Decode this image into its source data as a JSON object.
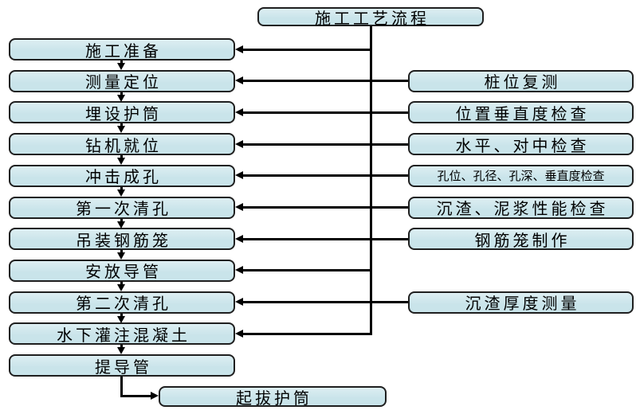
{
  "colors": {
    "background": "#ffffff",
    "node_fill": "#c9e4ea",
    "node_fill_top": "#ddeef2",
    "node_border": "#1f1f1f",
    "connector": "#000000"
  },
  "title_node": {
    "id": "process-flow-title",
    "label": "施工工艺流程"
  },
  "main_flow": [
    {
      "id": "construction-preparation",
      "label": "施工准备"
    },
    {
      "id": "survey-positioning",
      "label": "测量定位"
    },
    {
      "id": "casing-installation",
      "label": "埋设护筒"
    },
    {
      "id": "drill-rig-positioning",
      "label": "钻机就位"
    },
    {
      "id": "percussion-drilling",
      "label": "冲击成孔"
    },
    {
      "id": "first-hole-cleaning",
      "label": "第一次清孔"
    },
    {
      "id": "rebar-cage-hoisting",
      "label": "吊装钢筋笼"
    },
    {
      "id": "tremie-pipe-placement",
      "label": "安放导管"
    },
    {
      "id": "second-hole-cleaning",
      "label": "第二次清孔"
    },
    {
      "id": "underwater-concrete-pouring",
      "label": "水下灌注混凝土"
    },
    {
      "id": "tremie-pipe-lifting",
      "label": "提导管"
    }
  ],
  "side_checks": [
    {
      "id": "pile-position-recheck",
      "label": "桩位复测",
      "attach_row": 1,
      "small_text": false
    },
    {
      "id": "position-verticality-check",
      "label": "位置垂直度检查",
      "attach_row": 2,
      "small_text": false
    },
    {
      "id": "level-centering-check",
      "label": "水平、对中检查",
      "attach_row": 3,
      "small_text": false
    },
    {
      "id": "hole-pos-dia-depth-vert-check",
      "label": "孔位、孔径、孔深、垂直度检查",
      "attach_row": 4,
      "small_text": true
    },
    {
      "id": "sediment-slurry-performance-check",
      "label": "沉渣、泥浆性能检查",
      "attach_row": 5,
      "small_text": false
    },
    {
      "id": "rebar-cage-fabrication",
      "label": "钢筋笼制作",
      "attach_row": 6,
      "small_text": false
    },
    {
      "id": "sediment-thickness-measurement",
      "label": "沉渣厚度测量",
      "attach_row": 8,
      "small_text": false
    }
  ],
  "final_node": {
    "id": "casing-extraction",
    "label": "起拔护筒"
  }
}
